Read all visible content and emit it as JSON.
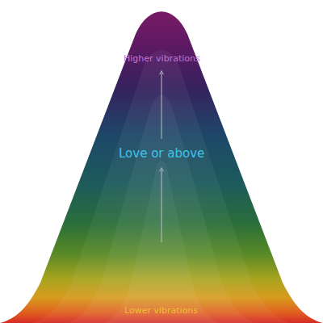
{
  "diagram": {
    "nodes": [
      {
        "text": [
          "Higher vibrations",
          "Love or above",
          "Lower vibrations"
        ]
      }
    ]
  }
}
